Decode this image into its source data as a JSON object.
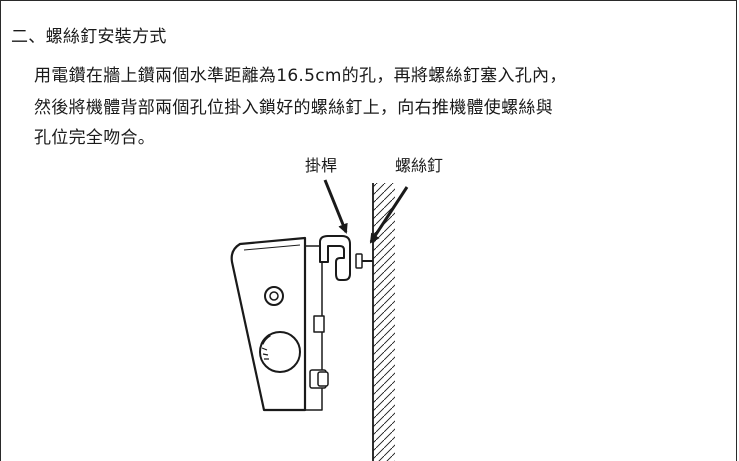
{
  "section": {
    "heading": "二、螺絲釘安裝方式",
    "lines": [
      "用電鑽在牆上鑽兩個水準距離為16.5cm的孔，再將螺絲釘塞入孔內，",
      "然後將機體背部兩個孔位掛入鎖好的螺絲釘上，向右推機體使螺絲與",
      "孔位完全吻合。"
    ]
  },
  "figure": {
    "label_hook": "掛桿",
    "label_screw": "螺絲釘"
  }
}
